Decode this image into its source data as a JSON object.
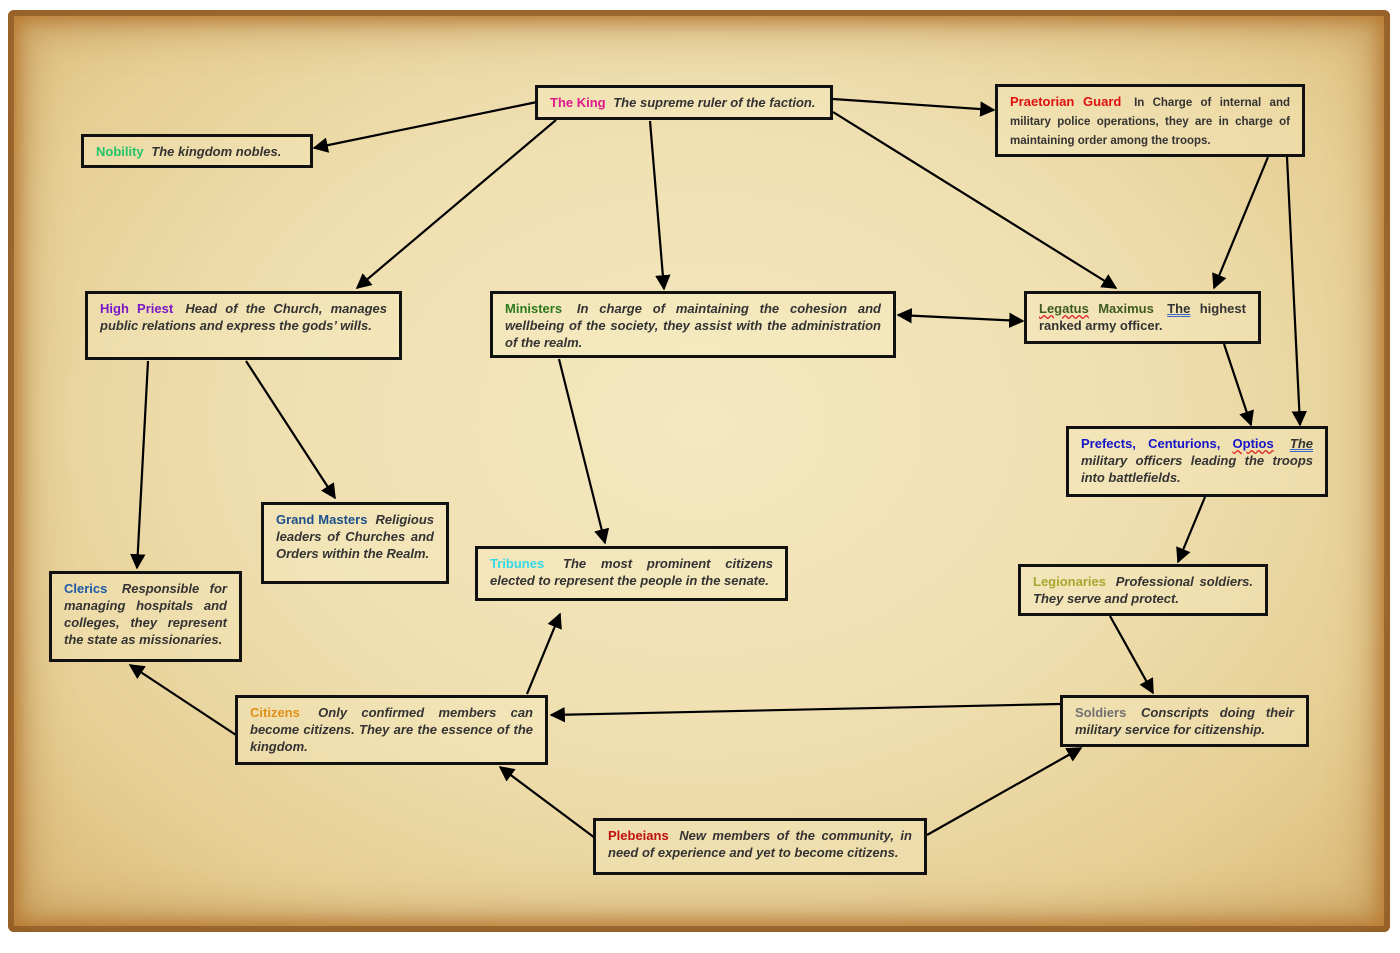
{
  "nodes": {
    "king": {
      "title": "The King",
      "desc": "The supreme ruler of the faction.",
      "color": "#e0198c"
    },
    "nobility": {
      "title": "Nobility",
      "desc": "The kingdom nobles.",
      "color": "#22c36a"
    },
    "praetorian": {
      "title": "Praetorian Guard",
      "desc": "In Charge of internal and military police operations, they are in charge of maintaining order among the troops.",
      "color": "#e01010"
    },
    "high_priest": {
      "title": "High Priest",
      "desc": "Head of the Church, manages public relations and express the gods’ wills.",
      "color": "#7a18c8"
    },
    "ministers": {
      "title": "Ministers",
      "desc": "In charge of maintaining the cohesion and wellbeing of the society, they assist with the administration of the realm.",
      "color": "#2e7a1e"
    },
    "legatus": {
      "title_a": "Legatus",
      "title_b": "Maximus",
      "desc_a": "The",
      "desc_b": "highest ranked army officer.",
      "color": "#3e5a1e"
    },
    "prefects": {
      "title_a": "Prefects, Centurions,",
      "title_b": "Optios",
      "desc_a": "The",
      "desc_b": "military officers leading the troops into battlefields.",
      "color": "#1515c8"
    },
    "grand_masters": {
      "title": "Grand Masters",
      "desc": "Religious leaders of Churches and Orders within the Realm.",
      "color": "#1c4f8a"
    },
    "tribunes": {
      "title": "Tribunes",
      "desc": "The most prominent citizens elected to represent the people in the senate.",
      "color": "#35d8e8"
    },
    "clerics": {
      "title": "Clerics",
      "desc": "Responsible for managing hospitals and colleges, they represent the state as missionaries.",
      "color": "#1c5aa8"
    },
    "legionaries": {
      "title": "Legionaries",
      "desc": "Professional soldiers. They serve and protect.",
      "color": "#a8a830"
    },
    "citizens": {
      "title": "Citizens",
      "desc": "Only confirmed members can become citizens. They are the essence of the kingdom.",
      "color": "#e0901a"
    },
    "soldiers": {
      "title": "Soldiers",
      "desc": "Conscripts doing their military service for citizenship.",
      "color": "#707070"
    },
    "plebeians": {
      "title": "Plebeians",
      "desc": "New members of the community, in need of experience and yet to become citizens.",
      "color": "#c01010"
    }
  },
  "edges": [
    {
      "from": "king",
      "to": "nobility"
    },
    {
      "from": "king",
      "to": "praetorian"
    },
    {
      "from": "king",
      "to": "high_priest"
    },
    {
      "from": "king",
      "to": "ministers"
    },
    {
      "from": "king",
      "to": "legatus"
    },
    {
      "from": "praetorian",
      "to": "legatus"
    },
    {
      "from": "praetorian",
      "to": "prefects"
    },
    {
      "from": "ministers",
      "to": "legatus",
      "bidirectional": true
    },
    {
      "from": "legatus",
      "to": "prefects"
    },
    {
      "from": "high_priest",
      "to": "clerics"
    },
    {
      "from": "high_priest",
      "to": "grand_masters"
    },
    {
      "from": "ministers",
      "to": "tribunes"
    },
    {
      "from": "prefects",
      "to": "legionaries"
    },
    {
      "from": "legionaries",
      "to": "soldiers"
    },
    {
      "from": "soldiers",
      "to": "citizens"
    },
    {
      "from": "citizens",
      "to": "clerics"
    },
    {
      "from": "citizens",
      "to": "tribunes"
    },
    {
      "from": "plebeians",
      "to": "citizens"
    },
    {
      "from": "plebeians",
      "to": "soldiers"
    }
  ]
}
